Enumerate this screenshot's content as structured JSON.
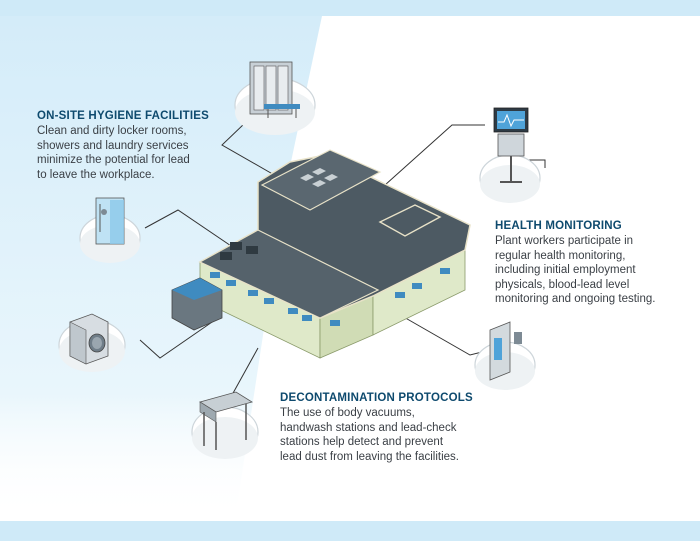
{
  "callouts": {
    "hygiene": {
      "title": "ON-SITE HYGIENE FACILITIES",
      "lines": [
        "Clean and dirty locker rooms,",
        "showers and laundry services",
        "minimize the potential for lead",
        "to leave the workplace."
      ]
    },
    "health": {
      "title": "HEALTH MONITORING",
      "lines": [
        "Plant workers participate in",
        "regular health monitoring,",
        "including initial employment",
        "physicals, blood-lead level",
        "monitoring and ongoing testing."
      ]
    },
    "decon": {
      "title": "DECONTAMINATION PROTOCOLS",
      "lines": [
        "The use of body vacuums,",
        "handwash stations and lead-check",
        "stations help detect and prevent",
        "lead dust from leaving the facilities."
      ]
    }
  },
  "icons": [
    "locker-room-icon",
    "shower-icon",
    "washing-machine-icon",
    "health-monitor-cart-icon",
    "lead-check-station-icon",
    "handwash-station-icon"
  ],
  "colors": {
    "title_blue": "#0e4a6e",
    "body_text": "#3a3f45",
    "band_blue": "#cfeaf8",
    "roof_gray": "#4d5a63",
    "wall_green": "#dfe9c9",
    "window_blue": "#3f8bc0"
  }
}
